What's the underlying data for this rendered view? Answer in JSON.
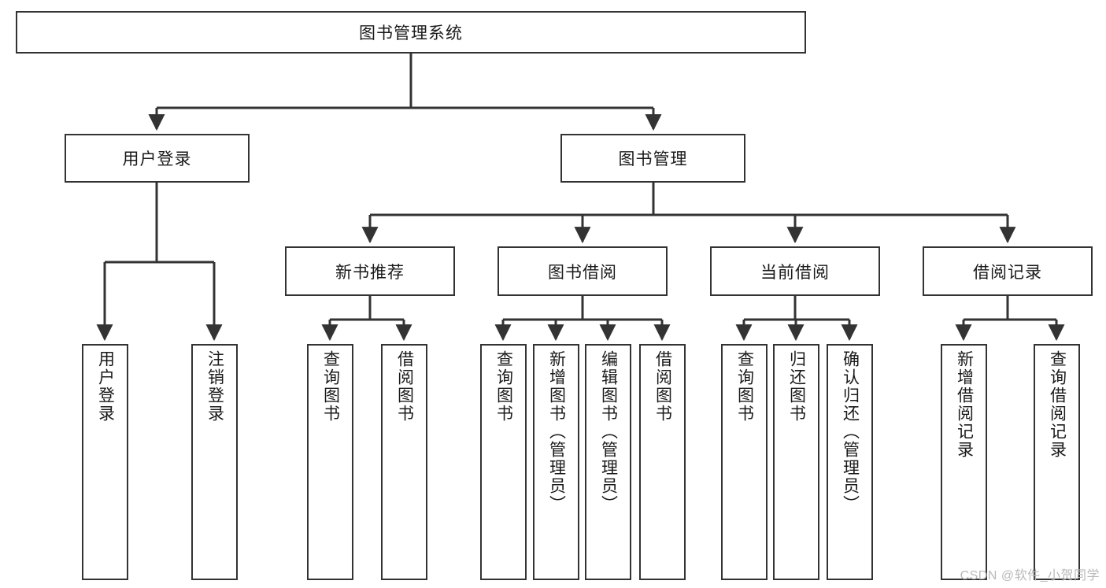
{
  "diagram": {
    "type": "tree",
    "title": "图书管理系统",
    "watermark": "CSDN @软件_小贺同学",
    "colors": {
      "stroke": "#333333",
      "fill": "#ffffff",
      "text": "#1a1a1a",
      "watermark": "#b9b9b9"
    },
    "root": {
      "label": "图书管理系统",
      "children": [
        {
          "label": "用户登录",
          "children": [
            {
              "label": "用户登录"
            },
            {
              "label": "注销登录"
            }
          ]
        },
        {
          "label": "图书管理",
          "children": [
            {
              "label": "新书推荐",
              "children": [
                {
                  "label": "查询图书"
                },
                {
                  "label": "借阅图书"
                }
              ]
            },
            {
              "label": "图书借阅",
              "children": [
                {
                  "label": "查询图书"
                },
                {
                  "label": "新增图书（管理员）"
                },
                {
                  "label": "编辑图书（管理员）"
                },
                {
                  "label": "借阅图书"
                }
              ]
            },
            {
              "label": "当前借阅",
              "children": [
                {
                  "label": "查询图书"
                },
                {
                  "label": "归还图书"
                },
                {
                  "label": "确认归还（管理员）"
                }
              ]
            },
            {
              "label": "借阅记录",
              "children": [
                {
                  "label": "新增借阅记录"
                },
                {
                  "label": "查询借阅记录"
                }
              ]
            }
          ]
        }
      ]
    },
    "nodes": {
      "root": "图书管理系统",
      "l2_user_login": "用户登录",
      "l2_book_mgmt": "图书管理",
      "l3_new_book": "新书推荐",
      "l3_borrow": "图书借阅",
      "l3_current": "当前借阅",
      "l3_record": "借阅记录",
      "leaf_user_login": "用户登录",
      "leaf_logout": "注销登录",
      "leaf_nb_query": "查询图书",
      "leaf_nb_borrow": "借阅图书",
      "leaf_bo_query": "查询图书",
      "leaf_bo_add": "新增图书（管理员）",
      "leaf_bo_edit": "编辑图书（管理员）",
      "leaf_bo_borrow": "借阅图书",
      "leaf_cu_query": "查询图书",
      "leaf_cu_return": "归还图书",
      "leaf_cu_confirm": "确认归还（管理员）",
      "leaf_rec_add": "新增借阅记录",
      "leaf_rec_query": "查询借阅记录"
    }
  }
}
